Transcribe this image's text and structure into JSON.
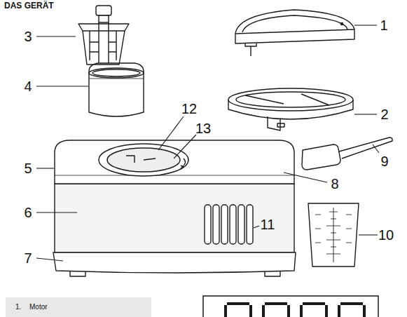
{
  "diagram": {
    "title": "DAS GERÄT",
    "labels": [
      "3",
      "1",
      "4",
      "2",
      "12",
      "13",
      "5",
      "8",
      "9",
      "6",
      "11",
      "10",
      "7",
      "1.",
      "Motor"
    ]
  }
}
